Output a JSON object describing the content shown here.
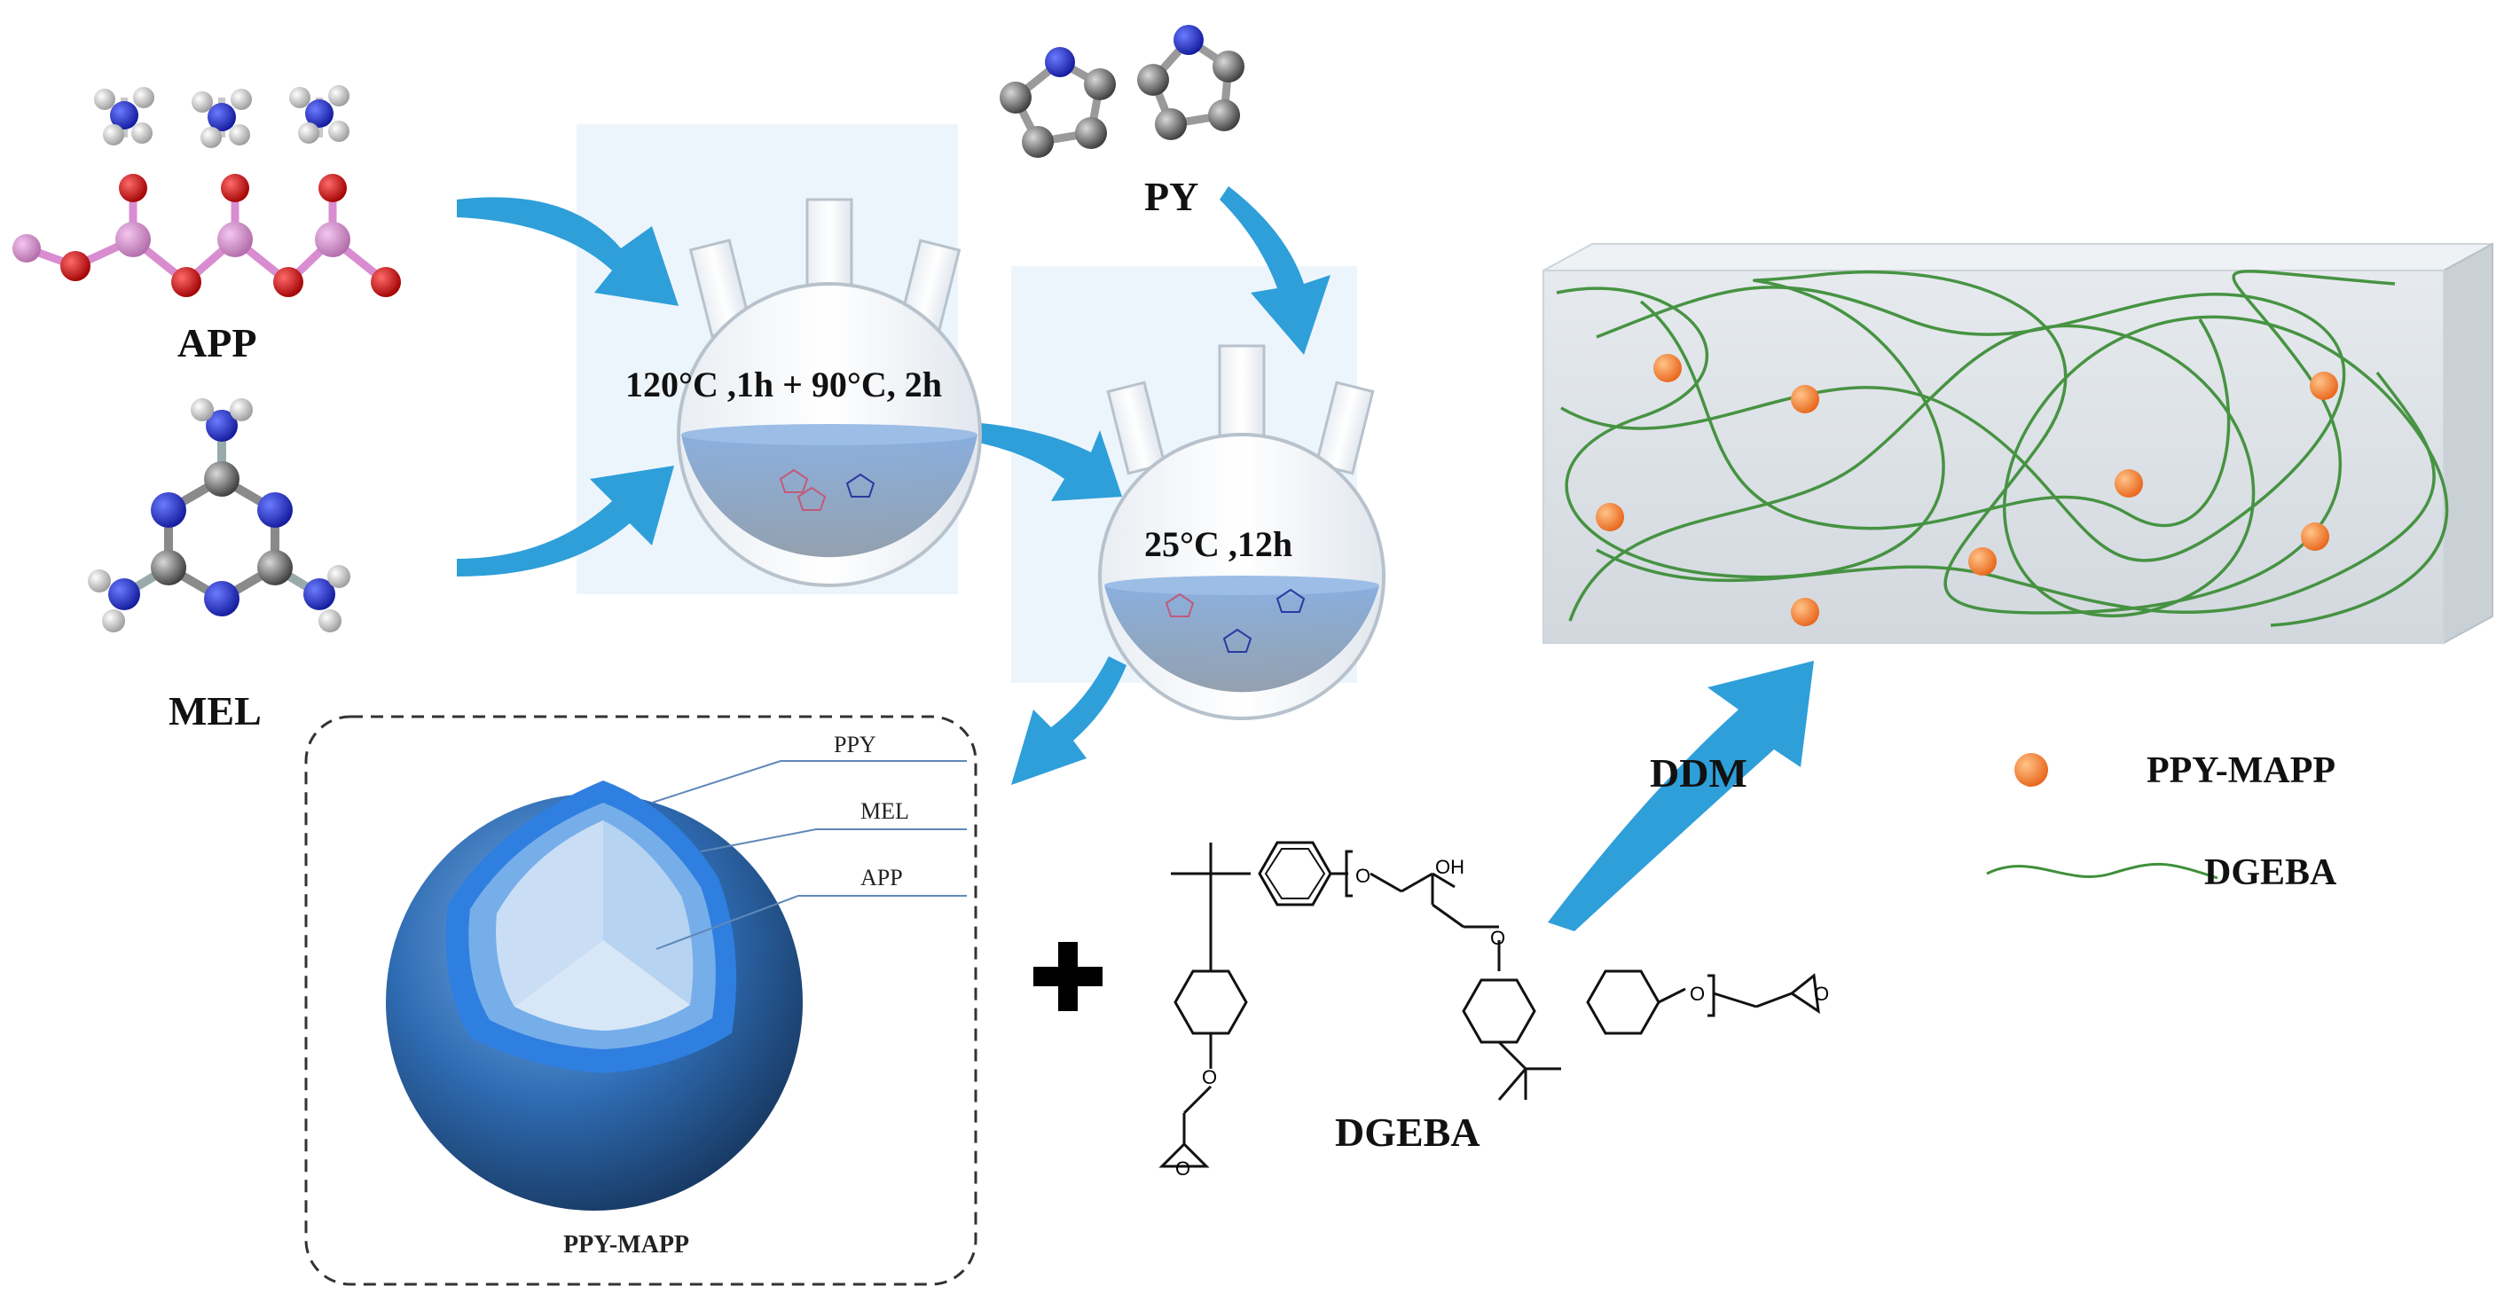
{
  "labels": {
    "app": "APP",
    "mel": "MEL",
    "py": "PY",
    "ddm": "DDM",
    "dgeba": "DGEBA",
    "condition_1": "120°C ,1h + 90°C,   2h",
    "condition_2": "25°C ,12h",
    "plus": "+"
  },
  "core_shell": {
    "name": "PPY-MAPP",
    "layers": [
      "PPY",
      "MEL",
      "APP"
    ]
  },
  "legend": {
    "particle": "PPY-MAPP",
    "chain": "DGEBA"
  },
  "structure_labels": {
    "hydroxyl": "OH",
    "oxygen": "O"
  },
  "colors": {
    "arrow": "#2e9fd9",
    "flask_solution": "#6f9bd1",
    "core_outer": "#2a5f9e",
    "core_inner": "#c7ddf4",
    "particle": "#f47b2a",
    "polymer_chain": "#3f8f3a",
    "block": "#dfe5ea"
  },
  "icons": [
    "curved-arrow-icon",
    "flask-icon",
    "molecule-icon",
    "plus-icon"
  ]
}
